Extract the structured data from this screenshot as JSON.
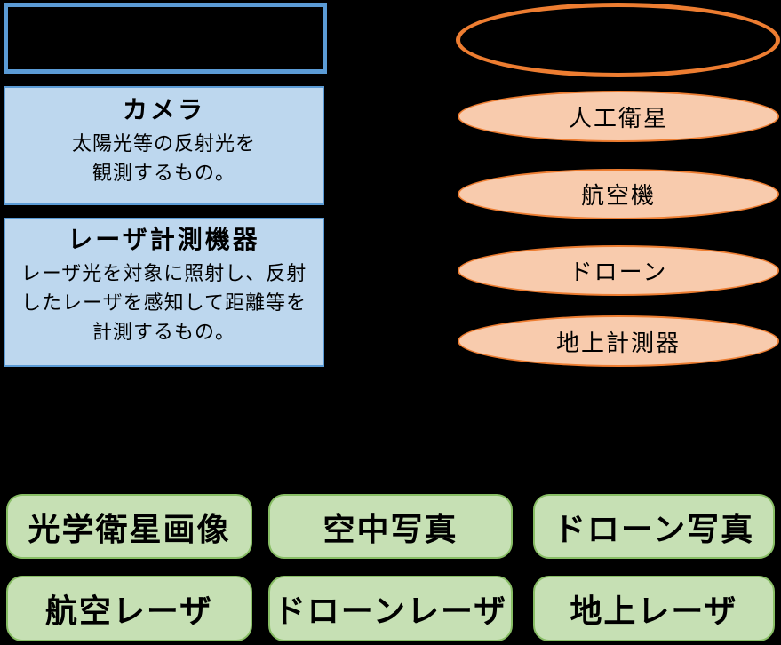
{
  "diagram": {
    "background": "#000000",
    "colors": {
      "blue_border": "#5B9BD5",
      "blue_fill": "#BDD7EE",
      "orange_border": "#ED7D31",
      "orange_fill": "#F8CBAD",
      "green_border": "#88BE65",
      "green_fill": "#C6E0B4",
      "text": "#000000"
    },
    "sensor_panel": {
      "camera_box": {
        "title": "カメラ",
        "body_line1": "太陽光等の反射光を",
        "body_line2": "観測するもの。"
      },
      "laser_box": {
        "title": "レーザ計測機器",
        "body_line1": "レーザ光を対象に照射し、反射",
        "body_line2": "したレーザを感知して距離等を",
        "body_line3": "計測するもの。"
      }
    },
    "platform_panel": {
      "items": [
        {
          "label": "人工衛星"
        },
        {
          "label": "航空機"
        },
        {
          "label": "ドローン"
        },
        {
          "label": "地上計測器"
        }
      ]
    },
    "product_pills": {
      "row1": [
        {
          "label": "光学衛星画像"
        },
        {
          "label": "空中写真"
        },
        {
          "label": "ドローン写真"
        }
      ],
      "row2": [
        {
          "label": "航空レーザ"
        },
        {
          "label": "ドローンレーザ"
        },
        {
          "label": "地上レーザ"
        }
      ]
    }
  }
}
